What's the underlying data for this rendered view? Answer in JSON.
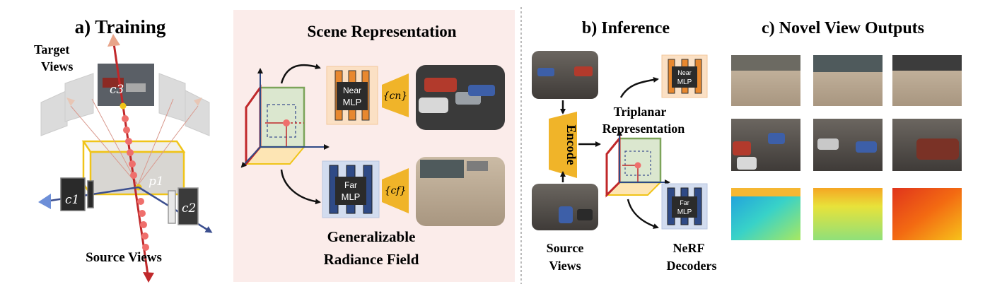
{
  "training": {
    "title": "a) Training",
    "target_views": [
      "Target",
      "Views"
    ],
    "source_views": "Source Views",
    "cam_c1": "c1",
    "cam_c2": "c2",
    "cam_c3": "c3",
    "point_p1": "p1"
  },
  "scene": {
    "title": "Scene Representation",
    "near_mlp": [
      "Near",
      "MLP"
    ],
    "far_mlp": [
      "Far",
      "MLP"
    ],
    "cn": "{cn}",
    "cf": "{cf}",
    "grf": [
      "Generalizable",
      "Radiance Field"
    ]
  },
  "inference": {
    "title": "b) Inference",
    "encode": "Encode",
    "triplanar": [
      "Triplanar",
      "Representation"
    ],
    "source": [
      "Source",
      "Views"
    ],
    "nerf": [
      "NeRF",
      "Decoders"
    ],
    "near_mlp": [
      "Near",
      "MLP"
    ],
    "far_mlp": [
      "Far",
      "MLP"
    ]
  },
  "novel": {
    "title": "c) Novel View Outputs"
  },
  "colors": {
    "near_mlp": "#e8882f",
    "far_mlp": "#2f4a86",
    "encoder": "#f0b429",
    "panel_bg": "#fbecea",
    "ray": "#c0282a"
  }
}
